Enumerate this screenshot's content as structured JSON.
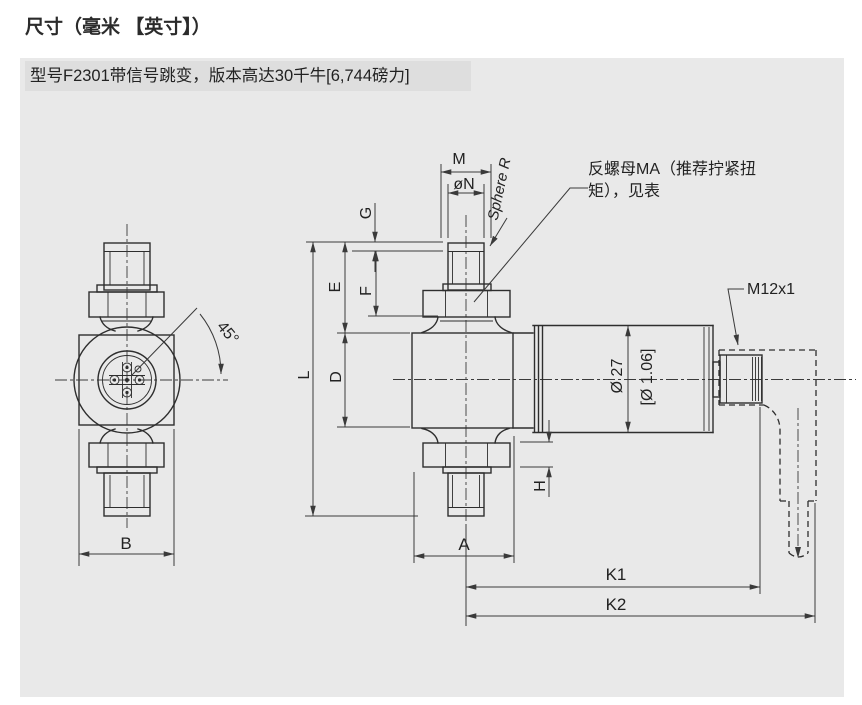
{
  "page": {
    "title": "尺寸（毫米 【英寸】）"
  },
  "panel": {
    "header": "型号F2301带信号跳变，版本高达30千牛[6,744磅力]"
  },
  "drawing": {
    "dims": {
      "m": "M",
      "n": "øN",
      "sphere_r": "Sphere R",
      "g": "G",
      "e": "E",
      "f": "F",
      "l": "L",
      "d": "D",
      "b": "B",
      "a": "A",
      "h": "H",
      "k1": "K1",
      "k2": "K2",
      "angle": "45°",
      "dia": "Ø 27",
      "dia_in": "[Ø 1.06]",
      "thread": "M12x1"
    },
    "notes": {
      "locknut_1": "反螺母MA（推荐拧紧扭",
      "locknut_2": "矩），见表"
    }
  },
  "colors": {
    "panel_bg": "#e9e9e9",
    "band_bg": "#dedede",
    "outline": "#2e2e2e",
    "dim_line": "#3a3a3a",
    "text": "#222222"
  }
}
